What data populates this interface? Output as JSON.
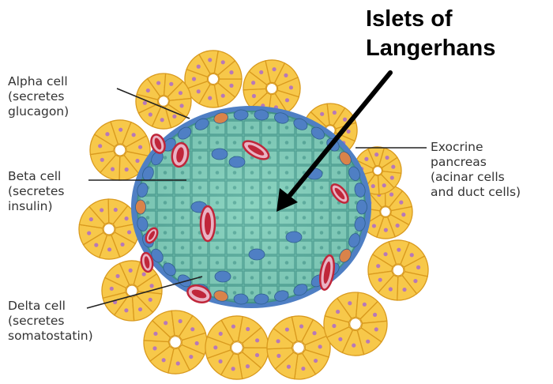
{
  "title": {
    "line1": "Islets of",
    "line2": "Langerhans"
  },
  "labels": {
    "alpha": {
      "line1": "Alpha cell",
      "line2": "(secretes",
      "line3": "glucagon)"
    },
    "beta": {
      "line1": "Beta cell",
      "line2": "(secretes",
      "line3": "insulin)"
    },
    "delta": {
      "line1": "Delta cell",
      "line2": "(secretes",
      "line3": "somatostatin)"
    },
    "exocrine": {
      "line1": "Exocrine",
      "line2": "pancreas",
      "line3": "(acinar cells",
      "line4": "and duct cells)"
    }
  },
  "colors": {
    "acinar_fill": "#F7C84A",
    "acinar_stroke": "#D99A1E",
    "acinar_nucleus": "#B778B8",
    "beta_cell": "#6FBFA8",
    "alpha_cell": "#4F7FC4",
    "delta_cell": "#D9834A",
    "capillary": "#C0263A"
  }
}
